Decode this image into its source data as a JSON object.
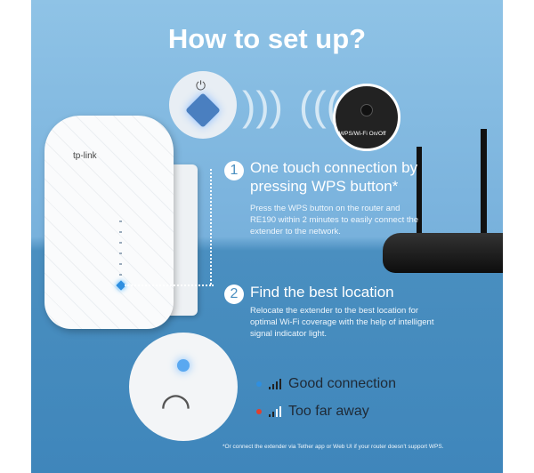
{
  "title": "How to set up?",
  "device": {
    "brand": "tp-link",
    "router_button_label": "WPS/Wi-Fi On/Off"
  },
  "steps": [
    {
      "number": "1",
      "title": "One touch connection by pressing WPS button*",
      "description": "Press the WPS button on the router and RE190 within 2 minutes to easily connect the extender to the network."
    },
    {
      "number": "2",
      "title": "Find the best location",
      "description": "Relocate the extender to the best location for optimal Wi-Fi coverage with the help of intelligent signal indicator light."
    }
  ],
  "legend": [
    {
      "label": "Good connection",
      "color": "#2f8fe0",
      "signal_bars": 4
    },
    {
      "label": "Too far away",
      "color": "#e0402f",
      "signal_bars": 2
    }
  ],
  "footnote": "*Or connect the extender via Tether app or Web UI if your router doesn't support WPS."
}
